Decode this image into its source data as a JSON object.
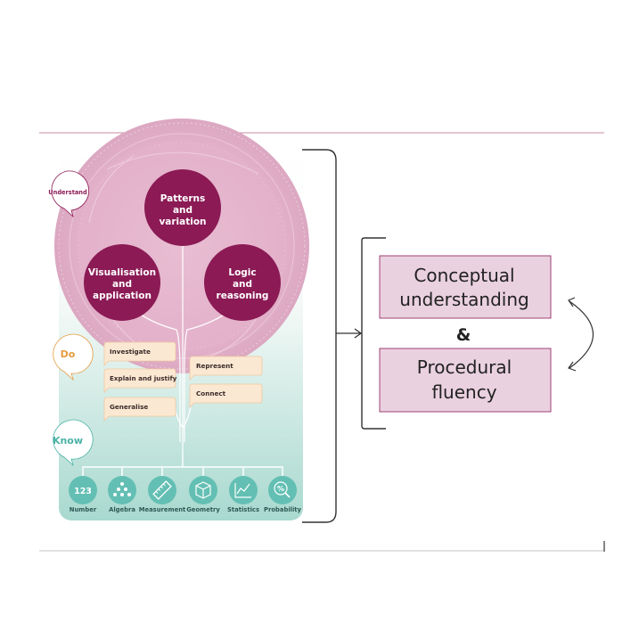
{
  "tags": {
    "understand": "Understand",
    "do": "Do",
    "know": "Know"
  },
  "understand_circles": {
    "patterns": [
      "Patterns",
      "and",
      "variation"
    ],
    "visualisation": [
      "Visualisation",
      "and",
      "application"
    ],
    "logic": [
      "Logic",
      "and",
      "reasoning"
    ]
  },
  "do_items": {
    "investigate": "Investigate",
    "explain": "Explain and justify",
    "generalise": "Generalise",
    "represent": "Represent",
    "connect": "Connect"
  },
  "strands": [
    {
      "label": "Number",
      "icon": "number-icon",
      "glyph": "123"
    },
    {
      "label": "Algebra",
      "icon": "algebra-icon",
      "glyph": ""
    },
    {
      "label": "Measurement",
      "icon": "ruler-icon",
      "glyph": ""
    },
    {
      "label": "Geometry",
      "icon": "cube-icon",
      "glyph": ""
    },
    {
      "label": "Statistics",
      "icon": "line-graph-icon",
      "glyph": ""
    },
    {
      "label": "Probability",
      "icon": "percent-icon",
      "glyph": "%"
    }
  ],
  "outcomes": {
    "conceptual": [
      "Conceptual",
      "understanding"
    ],
    "ampersand": "&",
    "procedural": [
      "Procedural",
      "fluency"
    ]
  },
  "colors": {
    "maroon": "#8b1a55",
    "pink_disc": "#e4b4cc",
    "box_pink": "#ead1e0",
    "do_box": "#fbe8d2",
    "do_orange": "#e59b3e",
    "know_teal": "#49b2a6",
    "rule": "#c98aa6"
  }
}
